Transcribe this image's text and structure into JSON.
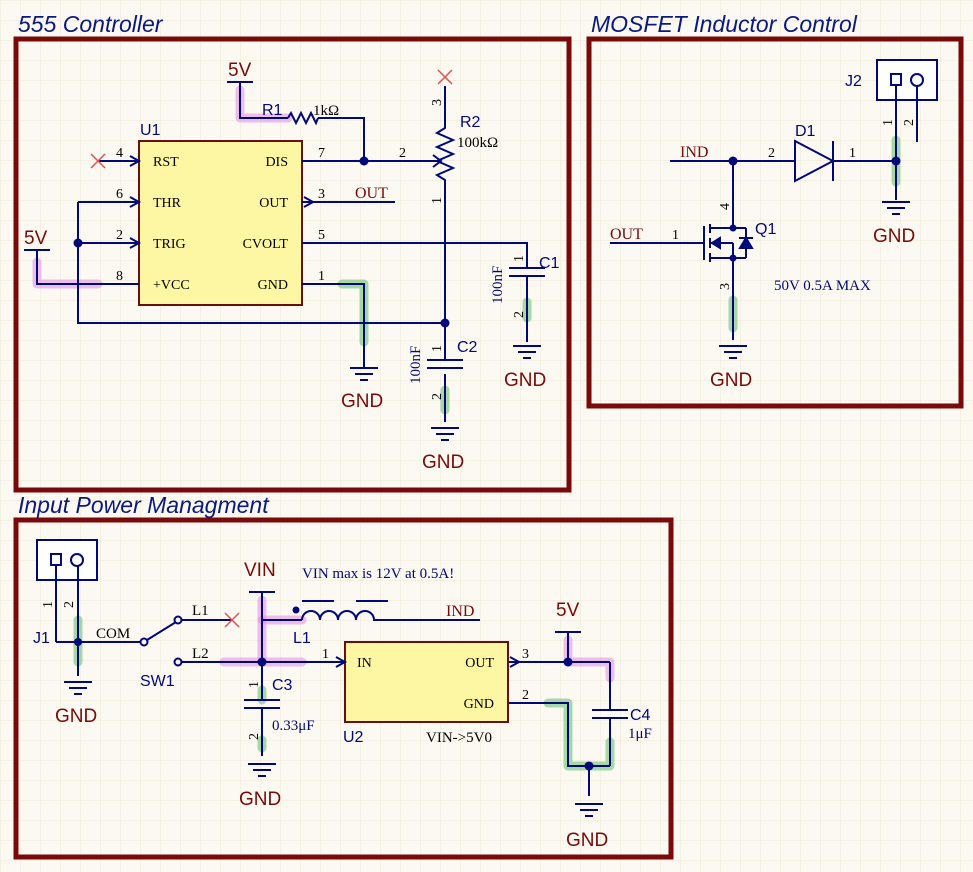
{
  "sections": {
    "controller": "555 Controller",
    "mosfet": "MOSFET Inductor Control",
    "power": "Input Power Managment"
  },
  "u1": {
    "designator": "U1",
    "pins_left": [
      "RST",
      "THR",
      "TRIG",
      "+VCC"
    ],
    "pins_right": [
      "DIS",
      "OUT",
      "CVOLT",
      "GND"
    ],
    "pin_nums_left": [
      "4",
      "6",
      "2",
      "8"
    ],
    "pin_nums_right": [
      "7",
      "3",
      "5",
      "1"
    ]
  },
  "r1": {
    "designator": "R1",
    "value": "1kΩ"
  },
  "r2": {
    "designator": "R2",
    "value": "100kΩ",
    "pins": [
      "3",
      "2",
      "1"
    ]
  },
  "c1": {
    "designator": "C1",
    "value": "100nF",
    "pins": [
      "1",
      "2"
    ]
  },
  "c2": {
    "designator": "C2",
    "value": "100nF",
    "pins": [
      "1",
      "2"
    ]
  },
  "j2": {
    "designator": "J2",
    "pins": [
      "1",
      "2"
    ]
  },
  "d1": {
    "designator": "D1",
    "pins": [
      "2",
      "1"
    ]
  },
  "q1": {
    "designator": "Q1",
    "pins": [
      "1",
      "4",
      "3"
    ],
    "rating": "50V 0.5A MAX"
  },
  "j1": {
    "designator": "J1",
    "pins": [
      "1",
      "2"
    ]
  },
  "sw1": {
    "designator": "SW1",
    "com": "COM",
    "l1": "L1",
    "l2": "L2"
  },
  "l1": {
    "designator": "L1"
  },
  "c3": {
    "designator": "C3",
    "value": "0.33μF",
    "pins": [
      "1",
      "2"
    ]
  },
  "u2": {
    "designator": "U2",
    "in": "IN",
    "out": "OUT",
    "gnd": "GND",
    "value": "VIN->5V0",
    "pins": [
      "1",
      "3",
      "2"
    ]
  },
  "c4": {
    "designator": "C4",
    "value": "1μF"
  },
  "nets": {
    "out": "OUT",
    "ind": "IND",
    "gnd": "GND",
    "v5": "5V",
    "vin": "VIN"
  },
  "notes": {
    "vin_max": "VIN max is 12V at 0.5A!"
  },
  "colors": {
    "frame": "#7a0a0a",
    "wire": "#00087a",
    "component": "#fdf6a2",
    "net_label": "#7a0a0a",
    "title": "#0a1a80"
  }
}
